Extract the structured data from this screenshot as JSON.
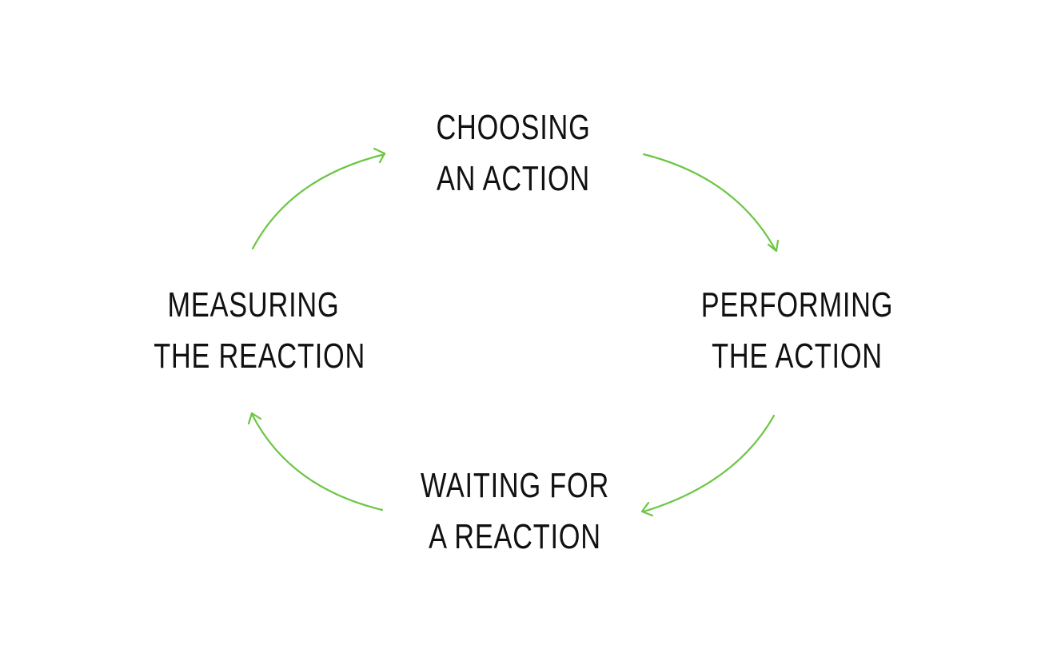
{
  "diagram": {
    "accent_color": "#6cc644",
    "text_color": "#111111",
    "nodes": {
      "top": {
        "line1": "CHOOSING",
        "line2": "AN ACTION"
      },
      "right": {
        "line1": "PERFORMING",
        "line2": "THE ACTION"
      },
      "bottom": {
        "line1": "WAITING FOR",
        "line2": "A REACTION"
      },
      "left": {
        "line1": "MEASURING",
        "line2": "THE REACTION"
      }
    },
    "edges": [
      {
        "from": "top",
        "to": "right",
        "icon": "curved-arrow-icon"
      },
      {
        "from": "right",
        "to": "bottom",
        "icon": "curved-arrow-icon"
      },
      {
        "from": "bottom",
        "to": "left",
        "icon": "curved-arrow-icon"
      },
      {
        "from": "left",
        "to": "top",
        "icon": "curved-arrow-icon"
      }
    ]
  }
}
